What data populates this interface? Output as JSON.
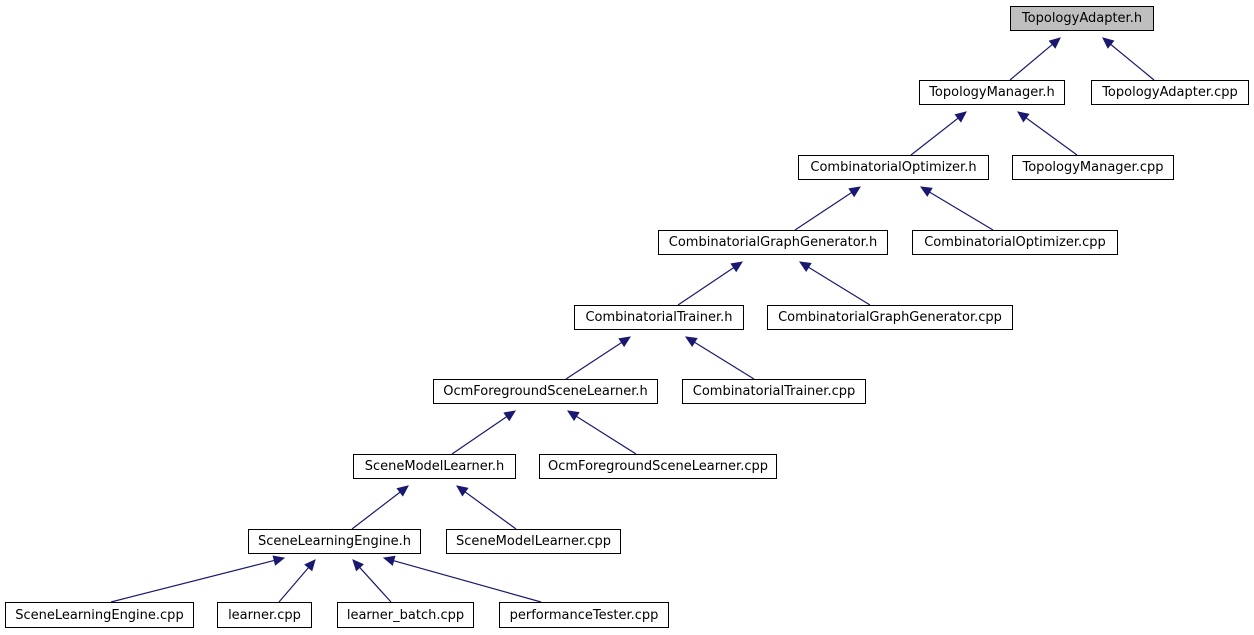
{
  "colors": {
    "edge": "#191970",
    "node_border": "#000000",
    "node_fill": "#ffffff",
    "root_fill": "#bfbfbf"
  },
  "nodes": {
    "topology_adapter_h": "TopologyAdapter.h",
    "topology_manager_h": "TopologyManager.h",
    "topology_adapter_cpp": "TopologyAdapter.cpp",
    "combinatorial_optimizer_h": "CombinatorialOptimizer.h",
    "topology_manager_cpp": "TopologyManager.cpp",
    "combinatorial_graph_generator_h": "CombinatorialGraphGenerator.h",
    "combinatorial_optimizer_cpp": "CombinatorialOptimizer.cpp",
    "combinatorial_trainer_h": "CombinatorialTrainer.h",
    "combinatorial_graph_generator_cpp": "CombinatorialGraphGenerator.cpp",
    "ocm_foreground_scene_learner_h": "OcmForegroundSceneLearner.h",
    "combinatorial_trainer_cpp": "CombinatorialTrainer.cpp",
    "scene_model_learner_h": "SceneModelLearner.h",
    "ocm_foreground_scene_learner_cpp": "OcmForegroundSceneLearner.cpp",
    "scene_learning_engine_h": "SceneLearningEngine.h",
    "scene_model_learner_cpp": "SceneModelLearner.cpp",
    "scene_learning_engine_cpp": "SceneLearningEngine.cpp",
    "learner_cpp": "learner.cpp",
    "learner_batch_cpp": "learner_batch.cpp",
    "performance_tester_cpp": "performanceTester.cpp"
  },
  "edges": [
    [
      "topology_manager_h",
      "topology_adapter_h"
    ],
    [
      "topology_adapter_cpp",
      "topology_adapter_h"
    ],
    [
      "combinatorial_optimizer_h",
      "topology_manager_h"
    ],
    [
      "topology_manager_cpp",
      "topology_manager_h"
    ],
    [
      "combinatorial_graph_generator_h",
      "combinatorial_optimizer_h"
    ],
    [
      "combinatorial_optimizer_cpp",
      "combinatorial_optimizer_h"
    ],
    [
      "combinatorial_trainer_h",
      "combinatorial_graph_generator_h"
    ],
    [
      "combinatorial_graph_generator_cpp",
      "combinatorial_graph_generator_h"
    ],
    [
      "ocm_foreground_scene_learner_h",
      "combinatorial_trainer_h"
    ],
    [
      "combinatorial_trainer_cpp",
      "combinatorial_trainer_h"
    ],
    [
      "scene_model_learner_h",
      "ocm_foreground_scene_learner_h"
    ],
    [
      "ocm_foreground_scene_learner_cpp",
      "ocm_foreground_scene_learner_h"
    ],
    [
      "scene_learning_engine_h",
      "scene_model_learner_h"
    ],
    [
      "scene_model_learner_cpp",
      "scene_model_learner_h"
    ],
    [
      "scene_learning_engine_cpp",
      "scene_learning_engine_h"
    ],
    [
      "learner_cpp",
      "scene_learning_engine_h"
    ],
    [
      "learner_batch_cpp",
      "scene_learning_engine_h"
    ],
    [
      "performance_tester_cpp",
      "scene_learning_engine_h"
    ]
  ]
}
